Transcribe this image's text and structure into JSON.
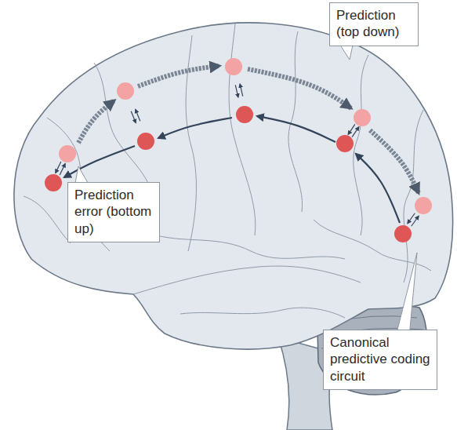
{
  "diagram": {
    "nodes": [
      {
        "text": [
          "Prediction (top down)"
        ]
      },
      {
        "text": [
          "Prediction error (bottom up)"
        ]
      },
      {
        "text": [
          "Canonical predictive coding circuit"
        ]
      }
    ]
  }
}
